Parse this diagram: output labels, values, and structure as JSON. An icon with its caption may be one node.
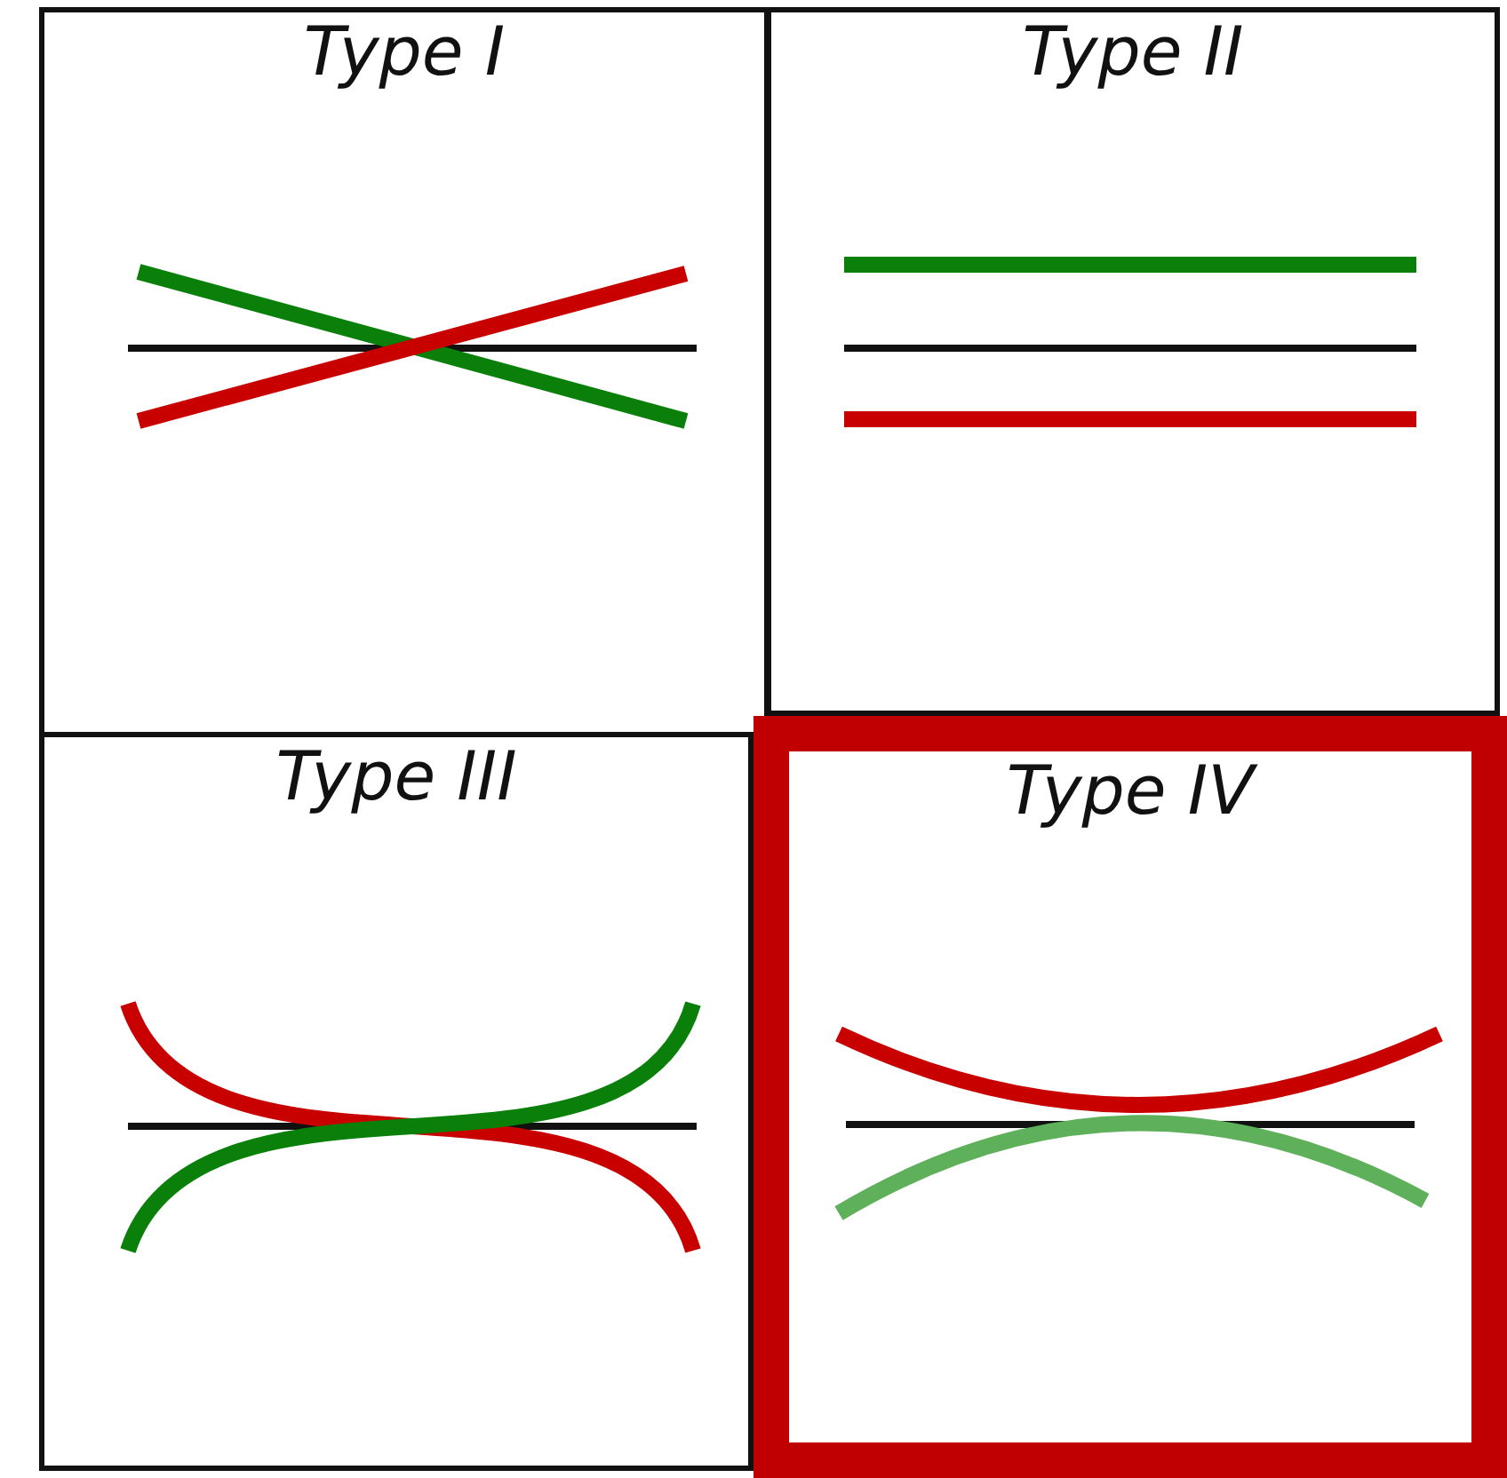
{
  "diagram": {
    "nodes": [
      {
        "text": [
          "Type I"
        ]
      },
      {
        "text": [
          "Type II"
        ]
      },
      {
        "text": [
          "Type III"
        ]
      },
      {
        "text": [
          "Type IV"
        ]
      }
    ]
  }
}
